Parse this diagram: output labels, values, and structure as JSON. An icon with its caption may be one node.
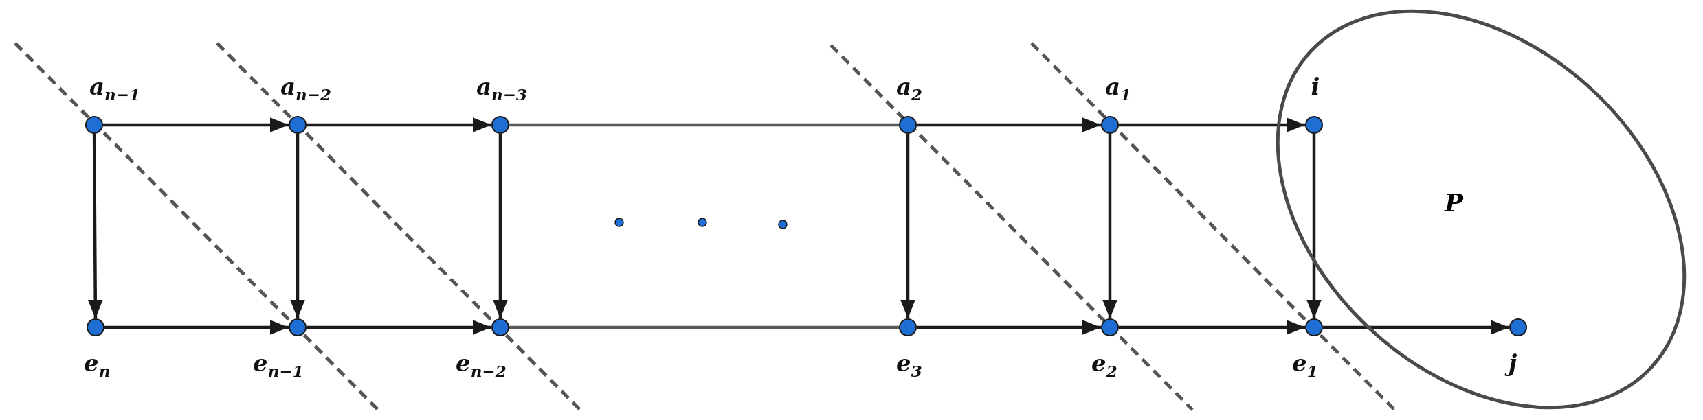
{
  "diagram": {
    "nodes": [
      {
        "text": [
          "a$_{n−1}$"
        ]
      },
      {
        "text": [
          "a$_{n−2}$"
        ]
      },
      {
        "text": [
          "a$_{n−3}$"
        ]
      },
      {
        "text": [
          "a$_{2}$"
        ]
      },
      {
        "text": [
          "a$_{1}$"
        ]
      },
      {
        "text": [
          "P"
        ]
      },
      {
        "text": [
          "i"
        ],
        "in": 5
      },
      {
        "text": [
          "e$_{n}$"
        ]
      },
      {
        "text": [
          "e$_{n−1}$"
        ]
      },
      {
        "text": [
          "e$_{n−2}$"
        ]
      },
      {
        "text": [
          "e$_{3}$"
        ]
      },
      {
        "text": [
          "e$_{2}$"
        ]
      },
      {
        "text": [
          "e$_{1}$"
        ]
      },
      {
        "text": [
          "j"
        ],
        "in": 5
      }
    ],
    "edges": [
      {
        "from": 0,
        "to": 1,
        "arrow": "to"
      },
      {
        "from": 1,
        "to": 2,
        "arrow": "to"
      },
      {
        "from": 2,
        "to": 3,
        "arrow": "none",
        "color": "#595959"
      },
      {
        "from": 3,
        "to": 4,
        "arrow": "to"
      },
      {
        "from": 4,
        "to": 6,
        "arrow": "to"
      },
      {
        "from": 0,
        "to": 7,
        "arrow": "to"
      },
      {
        "from": 1,
        "to": 8,
        "arrow": "to"
      },
      {
        "from": 2,
        "to": 9,
        "arrow": "to"
      },
      {
        "from": 3,
        "to": 10,
        "arrow": "to"
      },
      {
        "from": 4,
        "to": 11,
        "arrow": "to"
      },
      {
        "from": 6,
        "to": 12,
        "arrow": "to"
      },
      {
        "from": 7,
        "to": 8,
        "arrow": "to"
      },
      {
        "from": 8,
        "to": 9,
        "arrow": "to"
      },
      {
        "from": 9,
        "to": 10,
        "arrow": "none",
        "color": "#595959"
      },
      {
        "from": 10,
        "to": 11,
        "arrow": "to"
      },
      {
        "from": 11,
        "to": 12,
        "arrow": "to"
      },
      {
        "from": 12,
        "to": 13,
        "arrow": "to"
      }
    ]
  }
}
